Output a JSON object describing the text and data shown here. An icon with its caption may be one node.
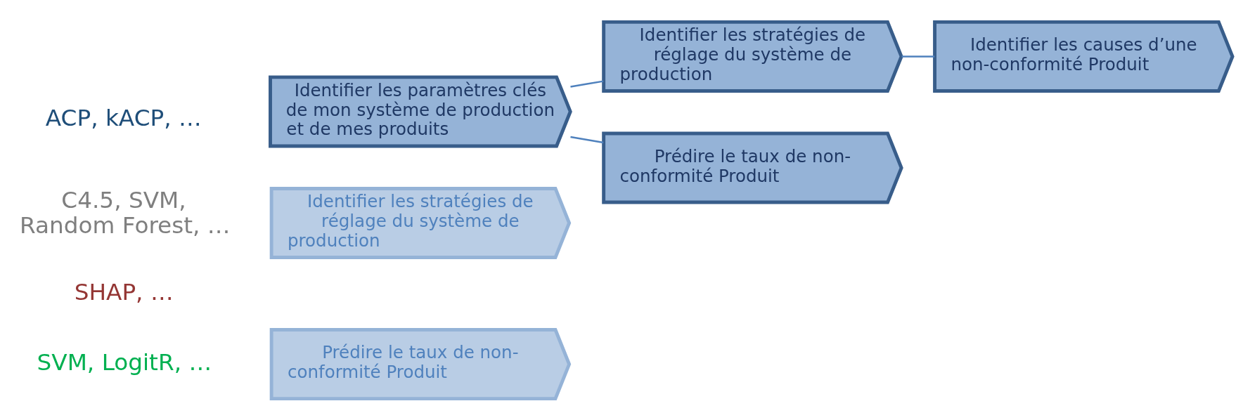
{
  "diagram": {
    "nodes": [
      {
        "text": [
          "Identifier les paramètres clés de mon système de production et de mes produits"
        ]
      },
      {
        "text": [
          "Identifier les stratégies de réglage du système de production"
        ]
      },
      {
        "text": [
          "Identifier les stratégies de réglage du système de production"
        ]
      },
      {
        "text": [
          "Identifier les causes d’une non-conformité Produit"
        ]
      },
      {
        "text": [
          "Prédire le taux de non-conformité Produit"
        ]
      },
      {
        "text": [
          "Prédire le taux de non-conformité Produit"
        ]
      }
    ],
    "edges": [
      {
        "from": 0,
        "to": 2,
        "arrow": "none"
      },
      {
        "from": 0,
        "to": 5,
        "arrow": "none"
      },
      {
        "from": 2,
        "to": 3,
        "arrow": "none"
      }
    ],
    "labels": [
      "ACP, kACP, …",
      "C4.5, SVM, Random Forest, …",
      "SHAP, …",
      "SVM, LogitR, …"
    ]
  }
}
